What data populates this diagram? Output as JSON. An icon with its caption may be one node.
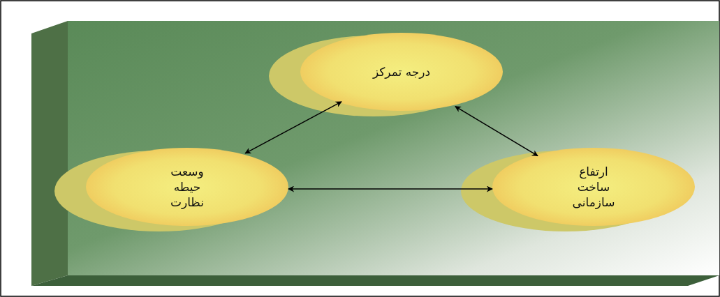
{
  "diagram": {
    "nodes": [
      {
        "text": [
          "درجه تمرکز"
        ]
      },
      {
        "text": [
          "وسعت حیطه نظارت"
        ]
      },
      {
        "text": [
          "ارتفاع ساخت سازمانی"
        ]
      }
    ],
    "edges": [
      {
        "from": 0,
        "to": 1,
        "arrow": "both"
      },
      {
        "from": 0,
        "to": 2,
        "arrow": "both"
      },
      {
        "from": 1,
        "to": 2,
        "arrow": "both"
      }
    ]
  }
}
